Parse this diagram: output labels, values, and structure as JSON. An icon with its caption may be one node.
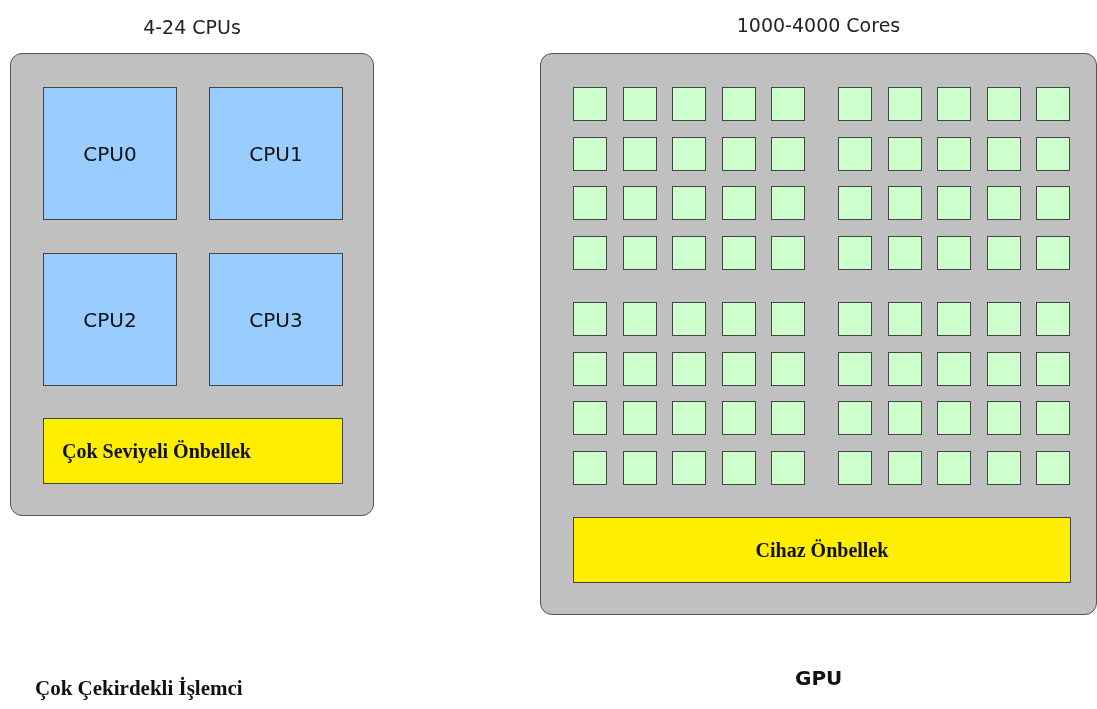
{
  "diagram": {
    "nodes": [
      {
        "text": [
          "4-24 CPUs"
        ]
      },
      {
        "text": [
          "CPU0"
        ],
        "in": 0
      },
      {
        "text": [
          "CPU1"
        ],
        "in": 0
      },
      {
        "text": [
          "CPU2"
        ],
        "in": 0
      },
      {
        "text": [
          "CPU3"
        ],
        "in": 0
      },
      {
        "text": [
          "Çok Seviyeli Önbellek"
        ],
        "in": 0
      },
      {
        "text": [
          "1000-4000 Cores"
        ]
      },
      {
        "text": [],
        "shape": "box",
        "in": 6
      },
      {
        "text": [],
        "shape": "box",
        "in": 6
      },
      {
        "text": [],
        "shape": "box",
        "in": 6
      },
      {
        "text": [],
        "shape": "box",
        "in": 6
      },
      {
        "text": [],
        "shape": "box",
        "in": 6
      },
      {
        "text": [],
        "shape": "box",
        "in": 6
      },
      {
        "text": [],
        "shape": "box",
        "in": 6
      },
      {
        "text": [],
        "shape": "box",
        "in": 6
      },
      {
        "text": [],
        "shape": "box",
        "in": 6
      },
      {
        "text": [],
        "shape": "box",
        "in": 6
      },
      {
        "text": [],
        "shape": "box",
        "in": 6
      },
      {
        "text": [],
        "shape": "box",
        "in": 6
      },
      {
        "text": [],
        "shape": "box",
        "in": 6
      },
      {
        "text": [],
        "shape": "box",
        "in": 6
      },
      {
        "text": [],
        "shape": "box",
        "in": 6
      },
      {
        "text": [],
        "shape": "box",
        "in": 6
      },
      {
        "text": [],
        "shape": "box",
        "in": 6
      },
      {
        "text": [],
        "shape": "box",
        "in": 6
      },
      {
        "text": [],
        "shape": "box",
        "in": 6
      },
      {
        "text": [],
        "shape": "box",
        "in": 6
      },
      {
        "text": [],
        "shape": "box",
        "in": 6
      },
      {
        "text": [],
        "shape": "box",
        "in": 6
      },
      {
        "text": [],
        "shape": "box",
        "in": 6
      },
      {
        "text": [],
        "shape": "box",
        "in": 6
      },
      {
        "text": [],
        "shape": "box",
        "in": 6
      },
      {
        "text": [],
        "shape": "box",
        "in": 6
      },
      {
        "text": [],
        "shape": "box",
        "in": 6
      },
      {
        "text": [],
        "shape": "box",
        "in": 6
      },
      {
        "text": [],
        "shape": "box",
        "in": 6
      },
      {
        "text": [],
        "shape": "box",
        "in": 6
      },
      {
        "text": [],
        "shape": "box",
        "in": 6
      },
      {
        "text": [],
        "shape": "box",
        "in": 6
      },
      {
        "text": [],
        "shape": "box",
        "in": 6
      },
      {
        "text": [],
        "shape": "box",
        "in": 6
      },
      {
        "text": [],
        "shape": "box",
        "in": 6
      },
      {
        "text": [],
        "shape": "box",
        "in": 6
      },
      {
        "text": [],
        "shape": "box",
        "in": 6
      },
      {
        "text": [],
        "shape": "box",
        "in": 6
      },
      {
        "text": [],
        "shape": "box",
        "in": 6
      },
      {
        "text": [],
        "shape": "box",
        "in": 6
      },
      {
        "text": [],
        "shape": "box",
        "in": 6
      },
      {
        "text": [],
        "shape": "box",
        "in": 6
      },
      {
        "text": [],
        "shape": "box",
        "in": 6
      },
      {
        "text": [],
        "shape": "box",
        "in": 6
      },
      {
        "text": [],
        "shape": "box",
        "in": 6
      },
      {
        "text": [],
        "shape": "box",
        "in": 6
      },
      {
        "text": [],
        "shape": "box",
        "in": 6
      },
      {
        "text": [],
        "shape": "box",
        "in": 6
      },
      {
        "text": [],
        "shape": "box",
        "in": 6
      },
      {
        "text": [],
        "shape": "box",
        "in": 6
      },
      {
        "text": [],
        "shape": "box",
        "in": 6
      },
      {
        "text": [],
        "shape": "box",
        "in": 6
      },
      {
        "text": [],
        "shape": "box",
        "in": 6
      },
      {
        "text": [],
        "shape": "box",
        "in": 6
      },
      {
        "text": [],
        "shape": "box",
        "in": 6
      },
      {
        "text": [],
        "shape": "box",
        "in": 6
      },
      {
        "text": [],
        "shape": "box",
        "in": 6
      },
      {
        "text": [],
        "shape": "box",
        "in": 6
      },
      {
        "text": [],
        "shape": "box",
        "in": 6
      },
      {
        "text": [],
        "shape": "box",
        "in": 6
      },
      {
        "text": [],
        "shape": "box",
        "in": 6
      },
      {
        "text": [],
        "shape": "box",
        "in": 6
      },
      {
        "text": [],
        "shape": "box",
        "in": 6
      },
      {
        "text": [],
        "shape": "box",
        "in": 6
      },
      {
        "text": [],
        "shape": "box",
        "in": 6
      },
      {
        "text": [],
        "shape": "box",
        "in": 6
      },
      {
        "text": [],
        "shape": "box",
        "in": 6
      },
      {
        "text": [],
        "shape": "box",
        "in": 6
      },
      {
        "text": [],
        "shape": "box",
        "in": 6
      },
      {
        "text": [],
        "shape": "box",
        "in": 6
      },
      {
        "text": [],
        "shape": "box",
        "in": 6
      },
      {
        "text": [],
        "shape": "box",
        "in": 6
      },
      {
        "text": [],
        "shape": "box",
        "in": 6
      },
      {
        "text": [],
        "shape": "box",
        "in": 6
      },
      {
        "text": [],
        "shape": "box",
        "in": 6
      },
      {
        "text": [],
        "shape": "box",
        "in": 6
      },
      {
        "text": [],
        "shape": "box",
        "in": 6
      },
      {
        "text": [],
        "shape": "box",
        "in": 6
      },
      {
        "text": [],
        "shape": "box",
        "in": 6
      },
      {
        "text": [],
        "shape": "box",
        "in": 6
      },
      {
        "text": [
          "Cihaz Önbellek"
        ],
        "in": 6
      }
    ],
    "labels": [
      "GPU",
      "Çok Çekirdekli İşlemci"
    ]
  }
}
